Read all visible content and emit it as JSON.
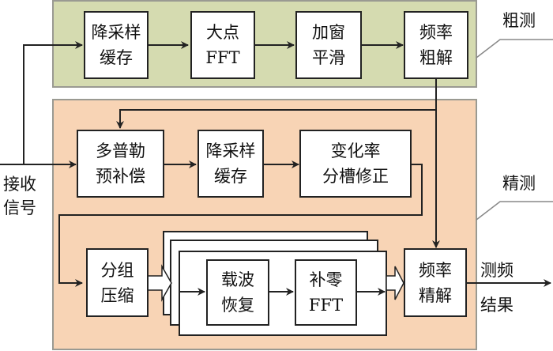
{
  "regions": {
    "coarse": {
      "label": "粗测",
      "color": "#d5dbb0"
    },
    "fine": {
      "label": "精测",
      "color": "#f8d4b5"
    }
  },
  "input_label": [
    "接收",
    "信号"
  ],
  "output_label": [
    "测频",
    "结果"
  ],
  "coarse_blocks": [
    {
      "line1": "降采样",
      "line2": "缓存"
    },
    {
      "line1": "大点",
      "line2": "FFT"
    },
    {
      "line1": "加窗",
      "line2": "平滑"
    },
    {
      "line1": "频率",
      "line2": "粗解"
    }
  ],
  "fine_blocks": {
    "doppler": {
      "line1": "多普勒",
      "line2": "预补偿"
    },
    "downsample": {
      "line1": "降采样",
      "line2": "缓存"
    },
    "rate_correct": {
      "line1": "变化率",
      "line2": "分槽修正"
    },
    "group_compress": {
      "line1": "分组",
      "line2": "压缩"
    },
    "carrier_recover": {
      "line1": "载波",
      "line2": "恢复"
    },
    "zero_pad_fft": {
      "line1": "补零",
      "line2": "FFT"
    },
    "freq_fine": {
      "line1": "频率",
      "line2": "精解"
    }
  }
}
